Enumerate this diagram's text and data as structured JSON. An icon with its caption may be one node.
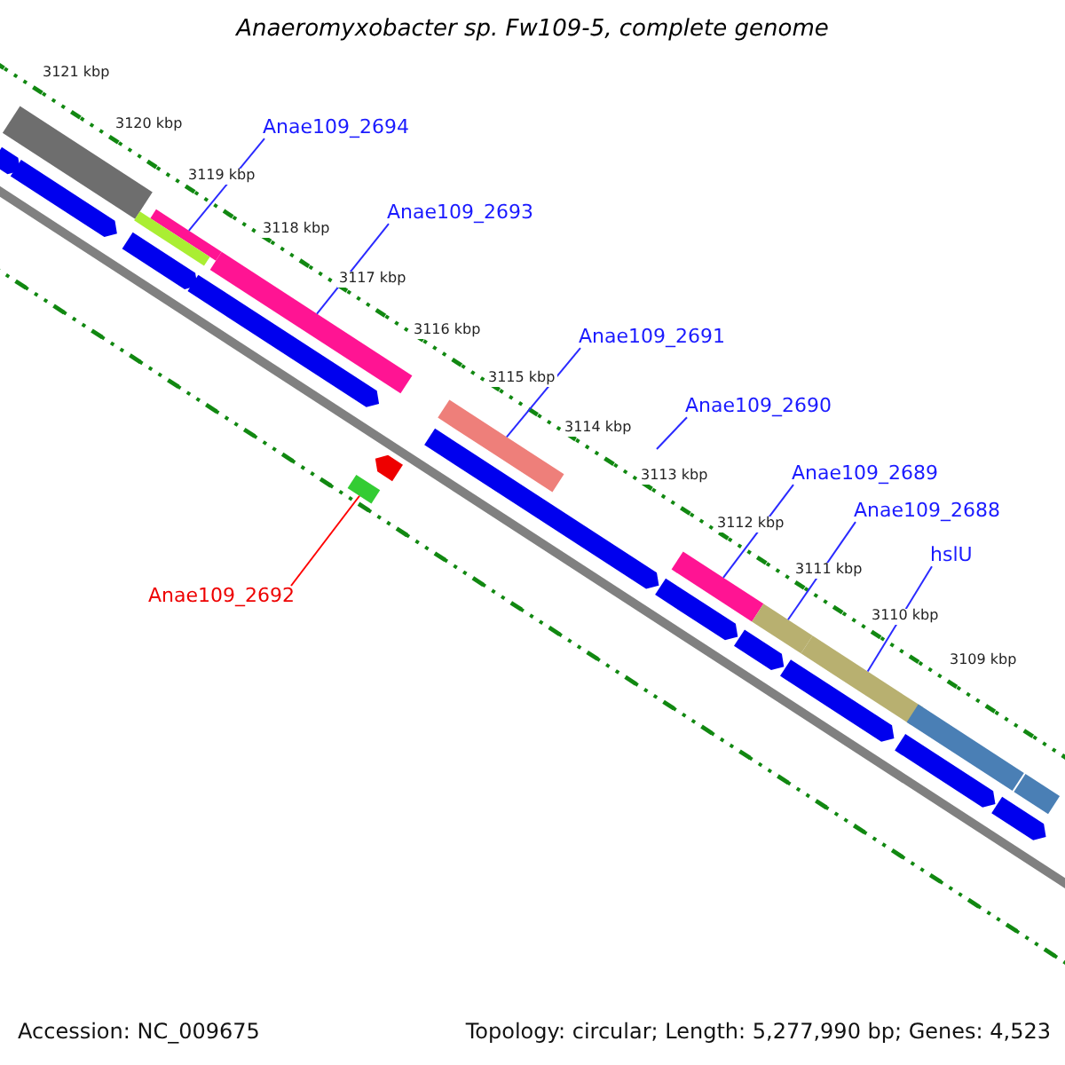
{
  "diagram": {
    "title": "Anaeromyxobacter sp. Fw109-5, complete genome",
    "nodes": [
      {
        "text": [
          "Anae109_2694"
        ]
      },
      {
        "text": [],
        "shape": "bar"
      },
      {
        "text": [
          "Anae109_2693"
        ]
      },
      {
        "text": [],
        "shape": "bar"
      },
      {
        "text": [
          "Anae109_2691"
        ]
      },
      {
        "text": [],
        "shape": "bar"
      },
      {
        "text": [
          "Anae109_2690"
        ]
      },
      {
        "text": [
          "Anae109_2689"
        ]
      },
      {
        "text": [],
        "shape": "bar"
      },
      {
        "text": [
          "Anae109_2688"
        ]
      },
      {
        "text": [],
        "shape": "bar"
      },
      {
        "text": [
          "hslU"
        ]
      },
      {
        "text": [],
        "shape": "bar"
      },
      {
        "text": [
          "Anae109_2692"
        ]
      },
      {
        "text": [],
        "shape": "bar"
      },
      {
        "text": [],
        "shape": "bar"
      },
      {
        "text": [],
        "shape": "bar"
      },
      {
        "text": [],
        "shape": "bar"
      },
      {
        "text": [],
        "shape": "bar"
      },
      {
        "text": [],
        "shape": "arrow"
      },
      {
        "text": [],
        "shape": "arrow"
      },
      {
        "text": [],
        "shape": "arrow"
      },
      {
        "text": [],
        "shape": "arrow"
      },
      {
        "text": [],
        "shape": "arrow"
      },
      {
        "text": [],
        "shape": "arrow"
      },
      {
        "text": [],
        "shape": "arrow"
      },
      {
        "text": [],
        "shape": "arrow"
      },
      {
        "text": [],
        "shape": "arrow"
      },
      {
        "text": [],
        "shape": "arrow"
      },
      {
        "text": [],
        "shape": "arrow"
      },
      {
        "text": [],
        "shape": "arrow"
      }
    ],
    "edges": [
      {
        "from": 0,
        "to": 1,
        "arrow": "none"
      },
      {
        "from": 2,
        "to": 3,
        "arrow": "none"
      },
      {
        "from": 4,
        "to": 5,
        "arrow": "none"
      },
      {
        "from": 6,
        "to": null,
        "arrow": "none"
      },
      {
        "from": 7,
        "to": 8,
        "arrow": "none"
      },
      {
        "from": 9,
        "to": 10,
        "arrow": "none"
      },
      {
        "from": 11,
        "to": 12,
        "arrow": "none"
      },
      {
        "from": 13,
        "to": 14,
        "arrow": "none",
        "color": "#ff0000"
      }
    ],
    "labels": [
      "3121 kbp",
      "3120 kbp",
      "3119 kbp",
      "3118 kbp",
      "3117 kbp",
      "3116 kbp",
      "3115 kbp",
      "3114 kbp",
      "3113 kbp",
      "3112 kbp",
      "3111 kbp",
      "3110 kbp",
      "3109 kbp",
      "Accession: NC_009675",
      "Topology: circular; Length: 5,277,990 bp; Genes: 4,523"
    ]
  }
}
